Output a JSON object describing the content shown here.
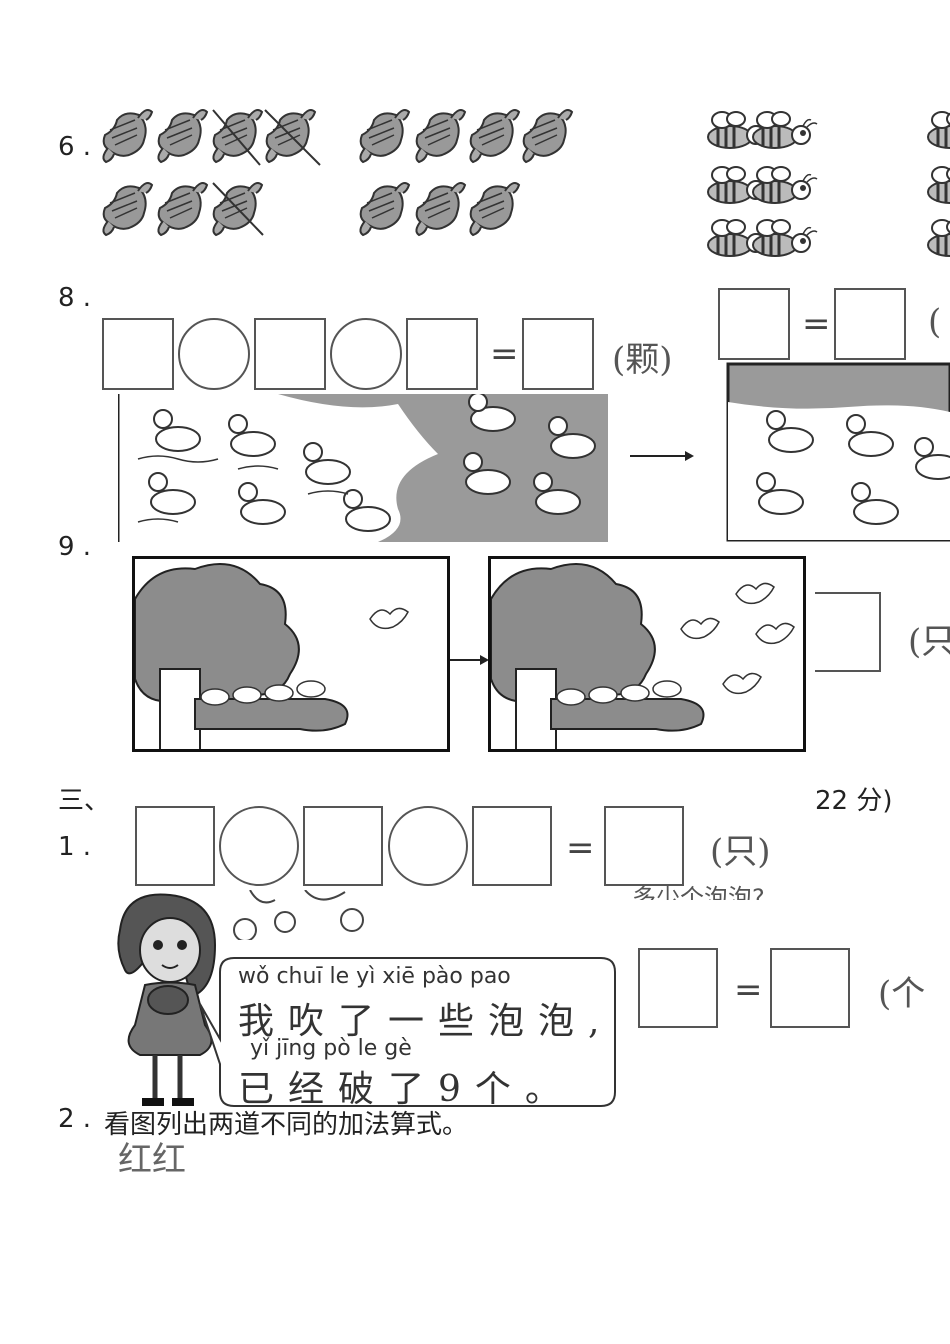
{
  "q6": {
    "num": "6 ."
  },
  "q8": {
    "num": "8 .",
    "eq": "=",
    "unit": "(颗)",
    "eq_right": "=",
    "unit_right": "("
  },
  "q9": {
    "num": "9 .",
    "unit": "(只"
  },
  "section3": {
    "label": "三、",
    "score": "22 分)"
  },
  "q3_1": {
    "num": "1 .",
    "eq": "=",
    "unit": "(只)"
  },
  "bubble_q": {
    "partial_text": "多少个泡泡?",
    "eq": "=",
    "unit": "(个"
  },
  "speech": {
    "pinyin_line1": "wǒ chuī le  yì xiē pào pao",
    "hanzi_line1": "我吹了一些泡泡,",
    "pinyin_line2": "yǐ jīng pò   le    gè",
    "hanzi_line2": "已经破了9个。"
  },
  "girl_name": "红红",
  "q3_2": {
    "num": "2 .",
    "text": "看图列出两道不同的加法算式。"
  },
  "colors": {
    "ink": "#222222",
    "box_border": "#555555",
    "scene_gray": "#9a9a9a",
    "tree_gray": "#8c8c8c"
  }
}
